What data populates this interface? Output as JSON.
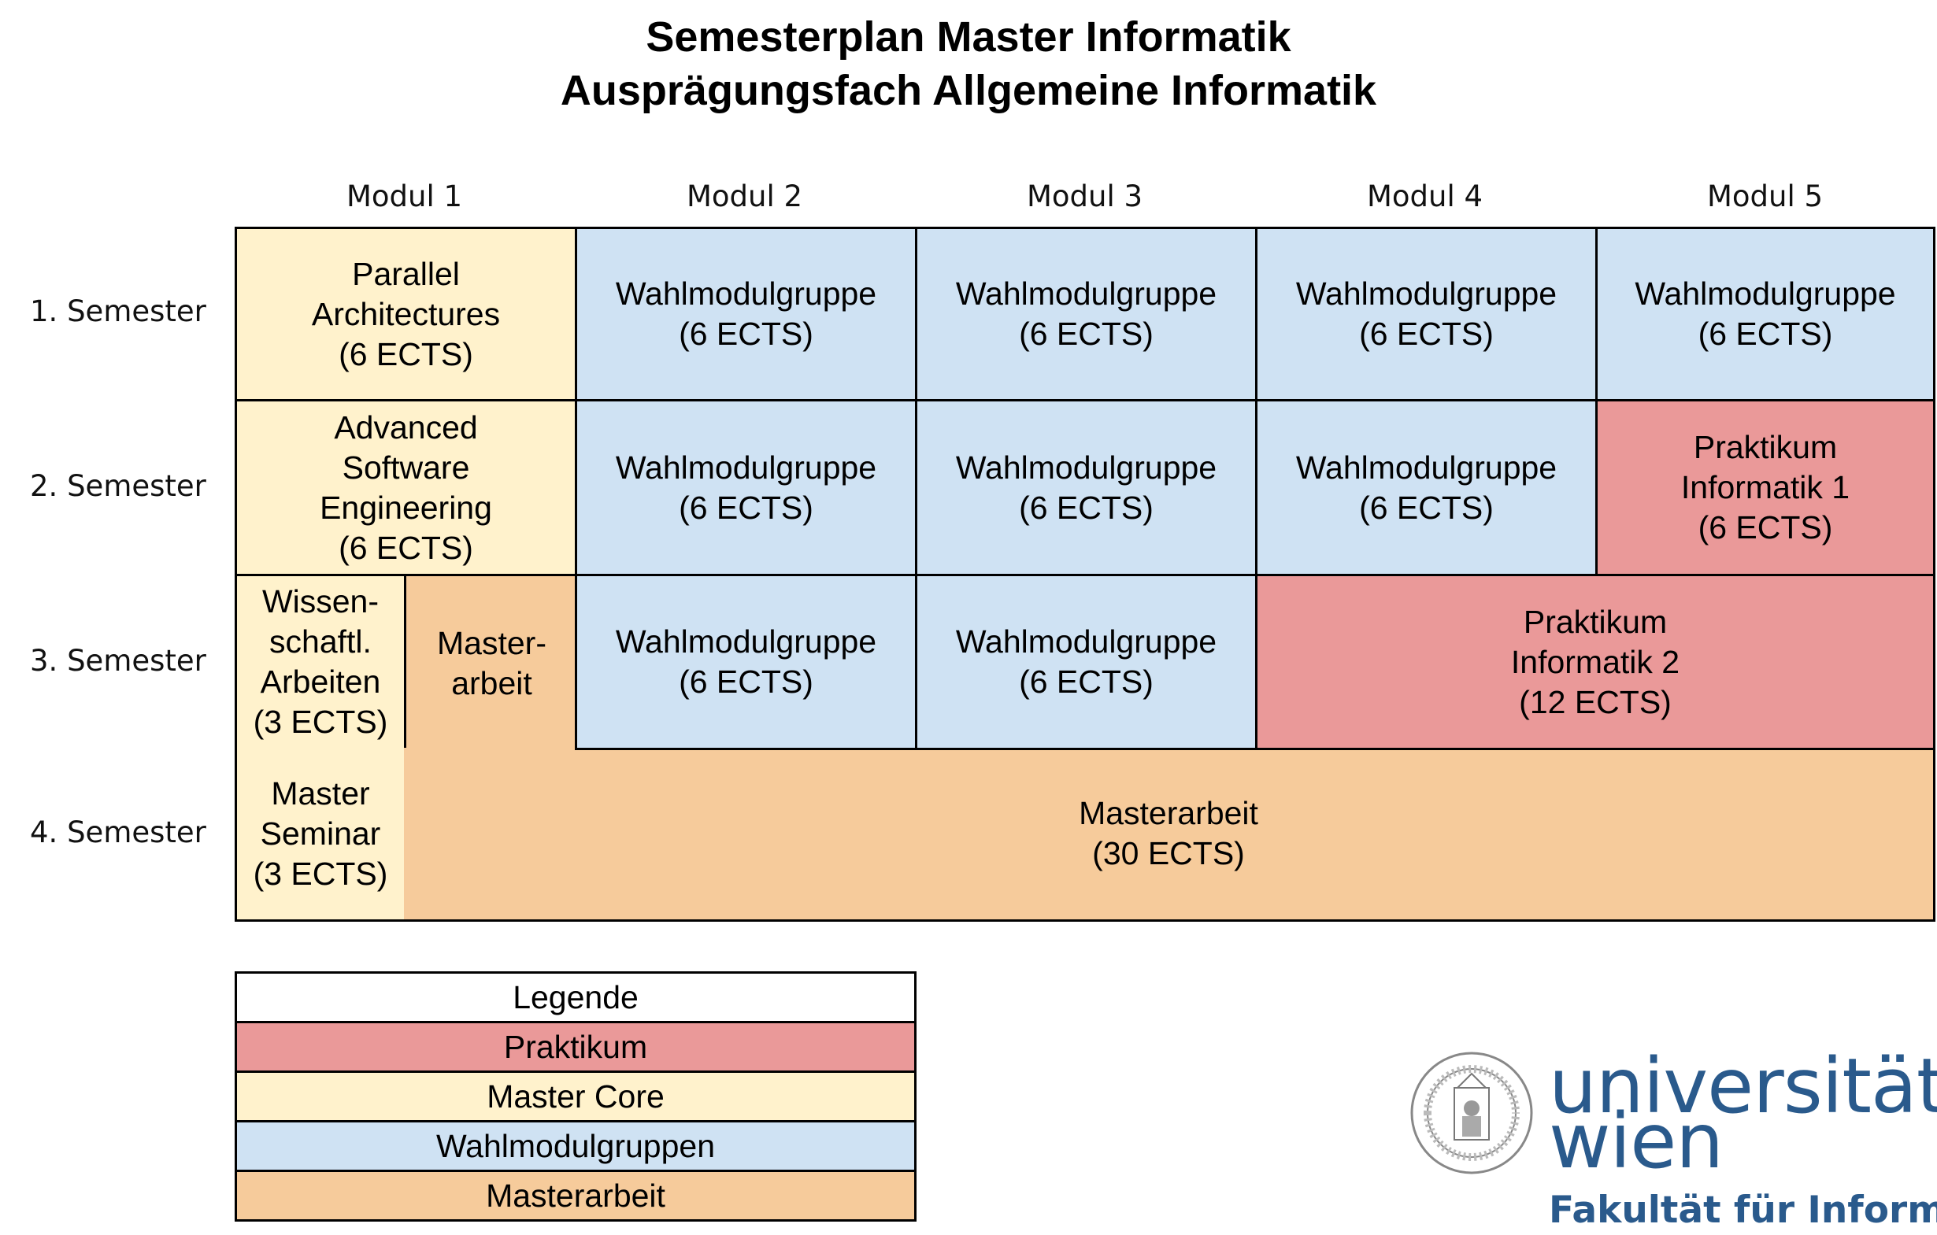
{
  "title": {
    "line1": "Semesterplan Master Informatik",
    "line2": "Ausprägungsfach Allgemeine Informatik"
  },
  "columns": [
    "Modul 1",
    "Modul 2",
    "Modul 3",
    "Modul 4",
    "Modul 5"
  ],
  "rows": [
    "1. Semester",
    "2. Semester",
    "3. Semester",
    "4. Semester"
  ],
  "cells": {
    "r1c1": [
      "Parallel",
      "Architectures",
      "(6 ECTS)"
    ],
    "r1c2": [
      "Wahlmodulgruppe",
      "(6 ECTS)"
    ],
    "r1c3": [
      "Wahlmodulgruppe",
      "(6 ECTS)"
    ],
    "r1c4": [
      "Wahlmodulgruppe",
      "(6 ECTS)"
    ],
    "r1c5": [
      "Wahlmodulgruppe",
      "(6 ECTS)"
    ],
    "r2c1": [
      "Advanced",
      "Software",
      "Engineering",
      "(6 ECTS)"
    ],
    "r2c2": [
      "Wahlmodulgruppe",
      "(6 ECTS)"
    ],
    "r2c3": [
      "Wahlmodulgruppe",
      "(6 ECTS)"
    ],
    "r2c4": [
      "Wahlmodulgruppe",
      "(6 ECTS)"
    ],
    "r2c5": [
      "Praktikum",
      "Informatik 1",
      "(6 ECTS)"
    ],
    "r3c1a": [
      "Wissen-",
      "schaftl.",
      "Arbeiten",
      "(3 ECTS)"
    ],
    "r3c1b": [
      "Master-",
      "arbeit"
    ],
    "r3c2": [
      "Wahlmodulgruppe",
      "(6 ECTS)"
    ],
    "r3c3": [
      "Wahlmodulgruppe",
      "(6 ECTS)"
    ],
    "r3c45": [
      "Praktikum",
      "Informatik 2",
      "(12 ECTS)"
    ],
    "r4c1a": [
      "Master",
      "Seminar",
      "(3 ECTS)"
    ],
    "r4main": [
      "Masterarbeit",
      "(30 ECTS)"
    ]
  },
  "legend": {
    "title": "Legende",
    "items": [
      {
        "label": "Praktikum",
        "color": "#ea9999"
      },
      {
        "label": "Master Core",
        "color": "#fff2cc"
      },
      {
        "label": "Wahlmodulgruppen",
        "color": "#cfe2f3"
      },
      {
        "label": "Masterarbeit",
        "color": "#f6cb9b"
      }
    ]
  },
  "logo": {
    "line1": "universität",
    "line2": "wien",
    "faculty": "Fakultät für Informatik",
    "seal_text": "VIENNENSIS · SAPIENTIAE · STUDII"
  }
}
